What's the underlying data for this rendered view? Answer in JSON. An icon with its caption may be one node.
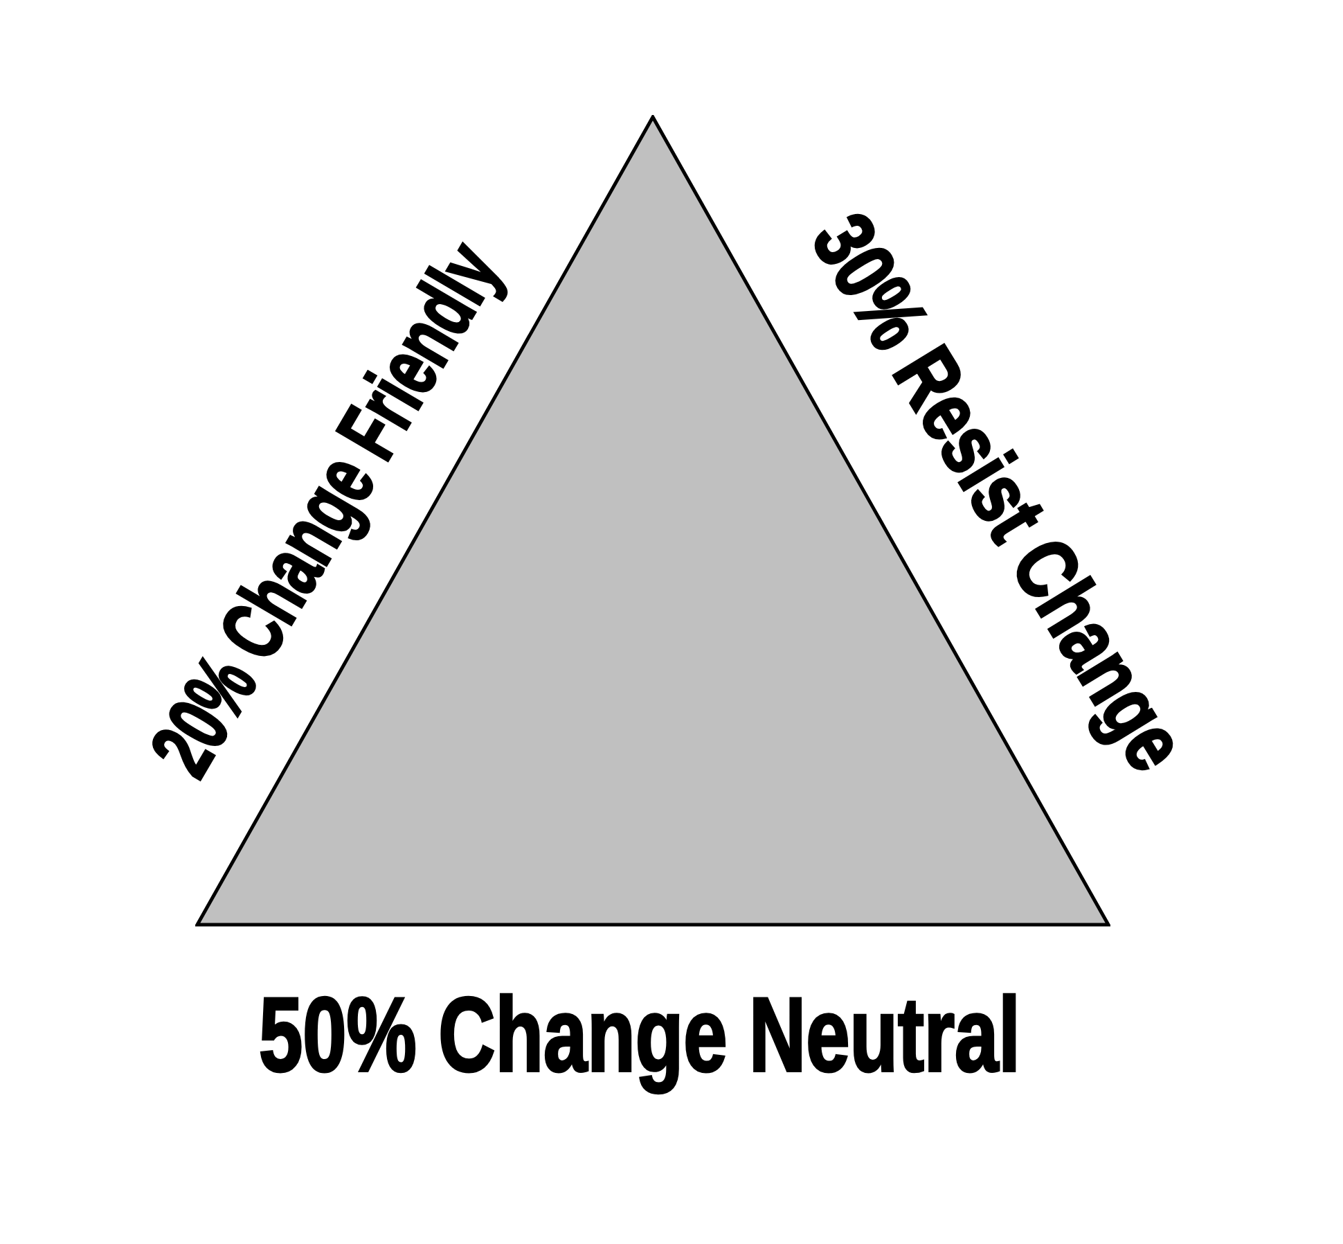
{
  "diagram": {
    "nodes": [
      {
        "text": [],
        "shape": "triangle",
        "beside": [
          "20% Change Friendly",
          "30% Resist Change",
          "50% Change Neutral"
        ]
      }
    ]
  }
}
